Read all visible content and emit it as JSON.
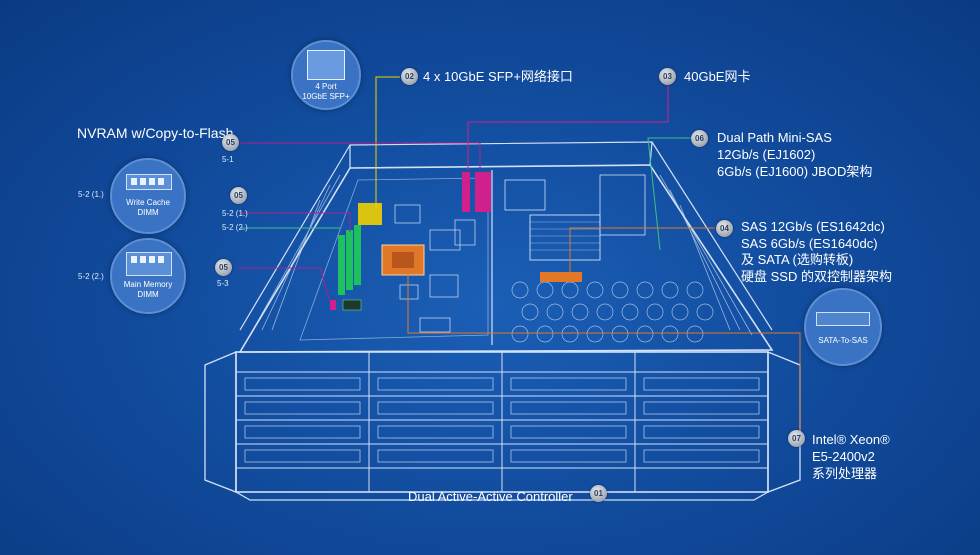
{
  "callouts": {
    "c01": {
      "num": "01",
      "text": "Dual Active-Active Controller"
    },
    "c02": {
      "num": "02",
      "text": "4 x 10GbE SFP+网络接口"
    },
    "c03": {
      "num": "03",
      "text": "40GbE网卡"
    },
    "c04": {
      "num": "04",
      "lines": [
        "SAS 12Gb/s (ES1642dc)",
        "SAS 6Gb/s (ES1640dc)",
        "及 SATA (选购转板)",
        "硬盘 SSD 的双控制器架构"
      ]
    },
    "c05a": {
      "num": "05",
      "sub": "5-1"
    },
    "c05b": {
      "num": "05",
      "sub1": "5-2 (1.)",
      "sub2": "5-2 (2.)"
    },
    "c05c": {
      "num": "05",
      "sub": "5-3"
    },
    "c06": {
      "num": "06",
      "lines": [
        "Dual Path Mini-SAS",
        "12Gb/s (EJ1602)",
        "6Gb/s (EJ1600) JBOD架构"
      ]
    },
    "c07": {
      "num": "07",
      "lines": [
        "Intel® Xeon®",
        "E5-2400v2",
        "系列处理器"
      ]
    }
  },
  "nvram_title": "NVRAM w/Copy-to-Flash",
  "insets": {
    "sfp": {
      "lines": [
        "4 Port",
        "10GbE SFP+"
      ]
    },
    "write_cache": {
      "tag": "5-2 (1.)",
      "lines": [
        "Write Cache",
        "DIMM"
      ]
    },
    "main_memory": {
      "tag": "5-2 (2.)",
      "lines": [
        "Main Memory",
        "DIMM"
      ]
    },
    "sata": {
      "label": "SATA-To-SAS"
    }
  },
  "colors": {
    "background": "#124d9f",
    "line_white": "#e8f0ff",
    "callout_02": "#f0d000",
    "callout_03": "#d0208c",
    "callout_04": "#e07828",
    "callout_05": "#b0208c",
    "callout_06": "#3cc08c",
    "callout_07": "#e07828"
  }
}
